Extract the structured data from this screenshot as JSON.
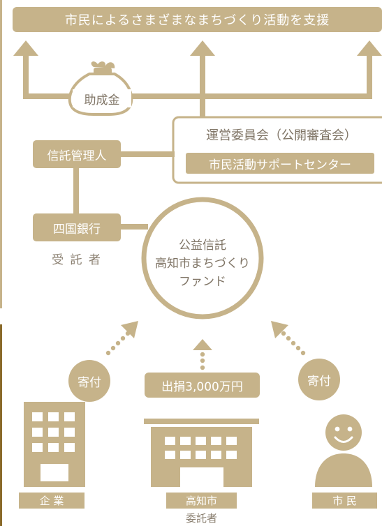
{
  "banner": {
    "text": "市民によるさまざまなまちづくり活動を支援"
  },
  "grant": {
    "label": "助成金"
  },
  "committee": {
    "title": "運営委員会（公開審査会）",
    "center": "市民活動サポートセンター"
  },
  "trustee": {
    "manager": "信託管理人",
    "bank": "四国銀行",
    "caption": "受 託 者"
  },
  "fund": {
    "line1": "公益信託",
    "line2": "高知市まちづくり",
    "line3": "ファンド"
  },
  "donation_left": {
    "label": "寄付"
  },
  "donation_right": {
    "label": "寄付"
  },
  "contribution": {
    "label": "出捐3,000万円"
  },
  "entities": {
    "company": {
      "label": "企 業"
    },
    "city": {
      "label": "高知市",
      "sub": "委託者"
    },
    "citizen": {
      "label": "市 民"
    }
  },
  "colors": {
    "gold": "#c6b38a",
    "dark_gold": "#8a6a2a",
    "text_brown": "#7f7465"
  }
}
